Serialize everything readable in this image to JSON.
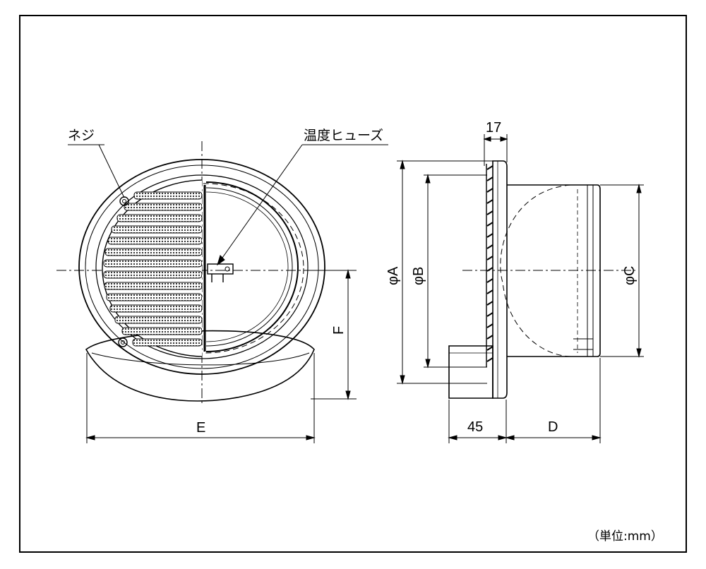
{
  "labels": {
    "screw": "ネジ",
    "fuse": "温度ヒューズ",
    "dim_top": "17",
    "phi_a": "φA",
    "phi_b": "φB",
    "phi_c": "φC",
    "dim_f": "F",
    "dim_e": "E",
    "dim_45": "45",
    "dim_d": "D",
    "unit_note": "（単位:mm）"
  },
  "colors": {
    "line": "#000000",
    "background": "#ffffff"
  }
}
